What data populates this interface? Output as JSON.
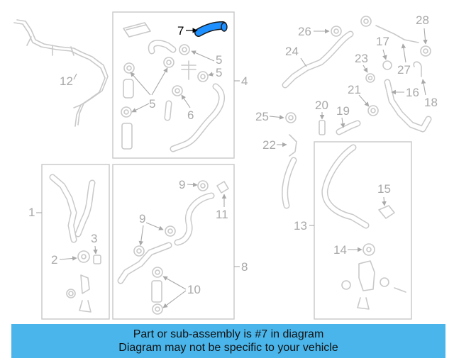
{
  "callouts": {
    "c1": "1",
    "c2": "2",
    "c3": "3",
    "c4": "4",
    "c5a": "5",
    "c5b": "5",
    "c5c": "5",
    "c6": "6",
    "c7": "7",
    "c8": "8",
    "c9a": "9",
    "c9b": "9",
    "c10": "10",
    "c11": "11",
    "c12": "12",
    "c13": "13",
    "c14": "14",
    "c15": "15",
    "c16": "16",
    "c17": "17",
    "c18": "18",
    "c19": "19",
    "c20": "20",
    "c21": "21",
    "c22": "22",
    "c23": "23",
    "c24": "24",
    "c25": "25",
    "c26": "26",
    "c27": "27",
    "c28": "28"
  },
  "highlight": {
    "part_number": "7",
    "color": "#1e90ff"
  },
  "banner": {
    "line1": "Part or sub-assembly is #7 in diagram",
    "line2": "Diagram may not be specific to your vehicle",
    "color": "#4ab5ea"
  }
}
